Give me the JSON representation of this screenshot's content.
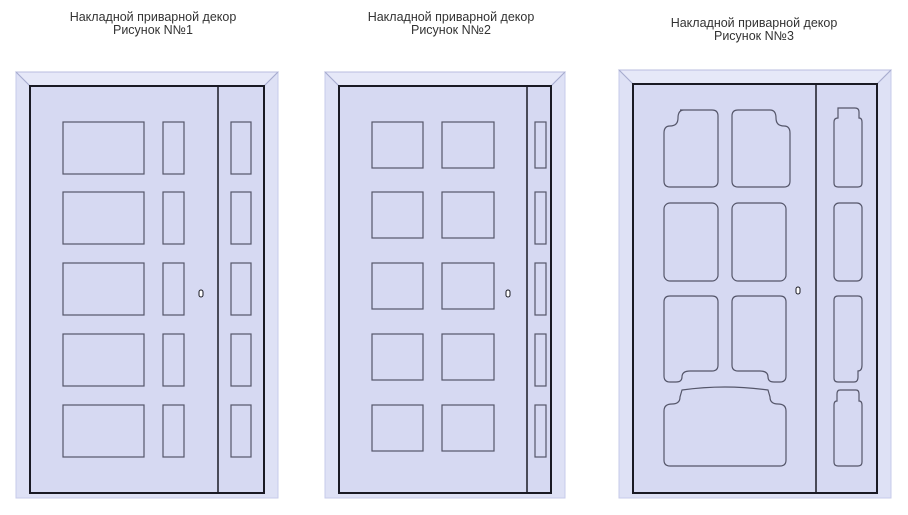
{
  "colors": {
    "door_fill": "#d6d9f2",
    "frame_fill": "#dee1f5",
    "frame_edge": "#c7cbea",
    "line": "#1a1a24",
    "panel_stroke": "#55566a",
    "caption_text": "#333333"
  },
  "doors": [
    {
      "title": "Накладной приварной декор",
      "subtitle": "Рисунок N№1",
      "icon": "door-decor-1"
    },
    {
      "title": "Накладной приварной декор",
      "subtitle": "Рисунок N№2",
      "icon": "door-decor-2"
    },
    {
      "title": "Накладной приварной декор",
      "subtitle": "Рисунок N№3",
      "icon": "door-decor-3"
    }
  ]
}
